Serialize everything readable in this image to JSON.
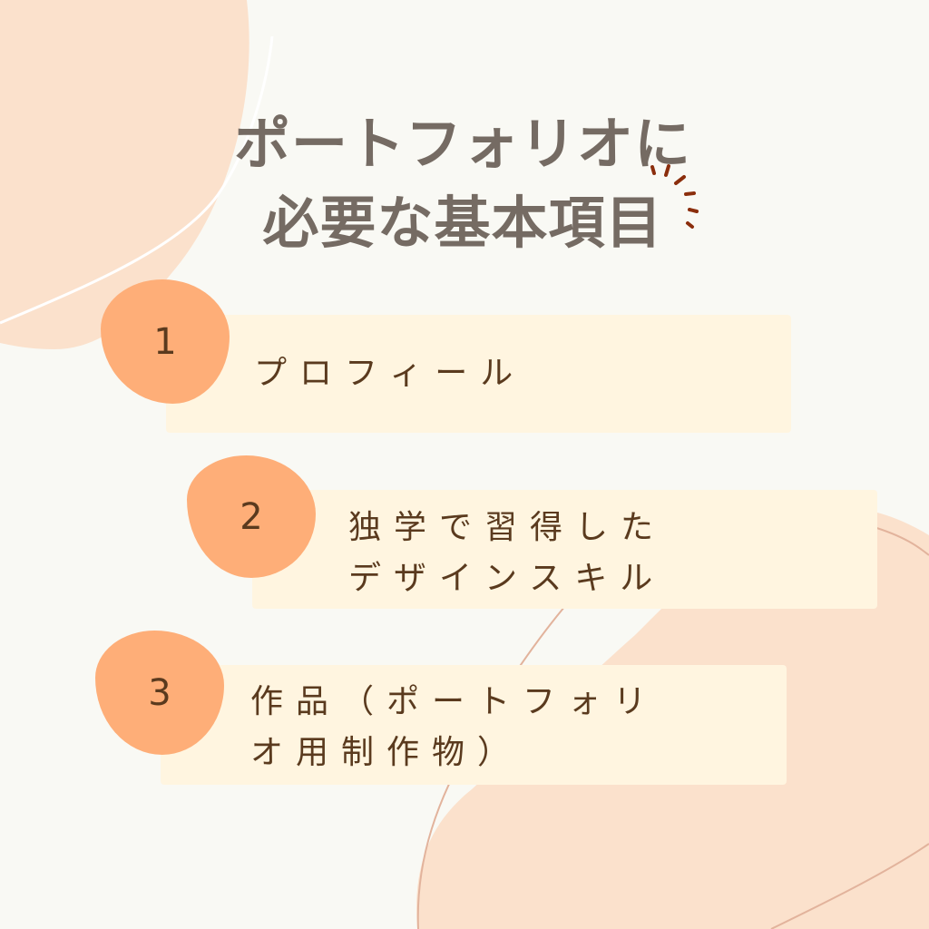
{
  "title": {
    "line1": "ポートフォリオに",
    "line2": "必要な基本項目"
  },
  "items": [
    {
      "number": "1",
      "text": "プロフィール"
    },
    {
      "number": "2",
      "text": "独学で習得した\nデザインスキル"
    },
    {
      "number": "3",
      "text": "作品（ポートフォリ\nオ用制作物）"
    }
  ],
  "colors": {
    "background": "#f9f9f4",
    "blob_light": "#fbe1cc",
    "number_blob": "#feae78",
    "box": "#fff5e0",
    "title_text": "#756b63",
    "item_text": "#5a3a1e",
    "sparkle": "#8b2e0c"
  }
}
